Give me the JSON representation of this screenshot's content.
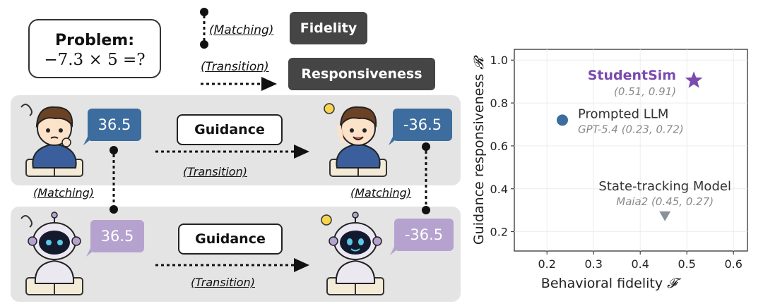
{
  "diagram": {
    "problem": {
      "title": "Problem:",
      "equation": "−7.3 × 5 =?"
    },
    "legend": {
      "matching_label": "(Matching)",
      "fidelity_label": "Fidelity",
      "transition_label": "(Transition)",
      "responsiveness_label": "Responsiveness"
    },
    "student_row": {
      "answer_before": "36.5",
      "guidance_label": "Guidance",
      "transition_label": "(Transition)",
      "answer_after": "-36.5"
    },
    "robot_row": {
      "answer_before": "36.5",
      "guidance_label": "Guidance",
      "transition_label": "(Transition)",
      "answer_after": "-36.5"
    },
    "matching_left": "(Matching)",
    "matching_right": "(Matching)"
  },
  "chart_data": {
    "type": "scatter",
    "xlabel": "Behavioral fidelity",
    "xlabel_symbol": "𝓕",
    "ylabel": "Guidance responsiveness",
    "ylabel_symbol": "𝓡",
    "xlim": [
      0.13,
      0.63
    ],
    "ylim": [
      0.11,
      1.05
    ],
    "xticks": [
      0.2,
      0.3,
      0.4,
      0.5,
      0.6
    ],
    "yticks": [
      0.2,
      0.4,
      0.6,
      0.8,
      1.0
    ],
    "xtick_labels": [
      "0.2",
      "0.3",
      "0.4",
      "0.5",
      "0.6"
    ],
    "ytick_labels": [
      "0.2",
      "0.4",
      "0.6",
      "0.8",
      "1.0"
    ],
    "grid": true,
    "points": [
      {
        "name": "StudentSim",
        "sub": "(0.51, 0.91)",
        "x": 0.515,
        "y": 0.905,
        "marker": "star",
        "color": "#7b4bae",
        "label_color": "#7b4bae"
      },
      {
        "name": "Prompted LLM",
        "sub": "GPT-5.4 (0.23, 0.72)",
        "x": 0.233,
        "y": 0.72,
        "marker": "circle",
        "color": "#3d6d9e",
        "label_color": "#333333"
      },
      {
        "name": "State-tracking Model",
        "sub": "Maia2 (0.45, 0.27)",
        "x": 0.453,
        "y": 0.275,
        "marker": "triangle-down",
        "color": "#8a9099",
        "label_color": "#333333"
      }
    ]
  }
}
